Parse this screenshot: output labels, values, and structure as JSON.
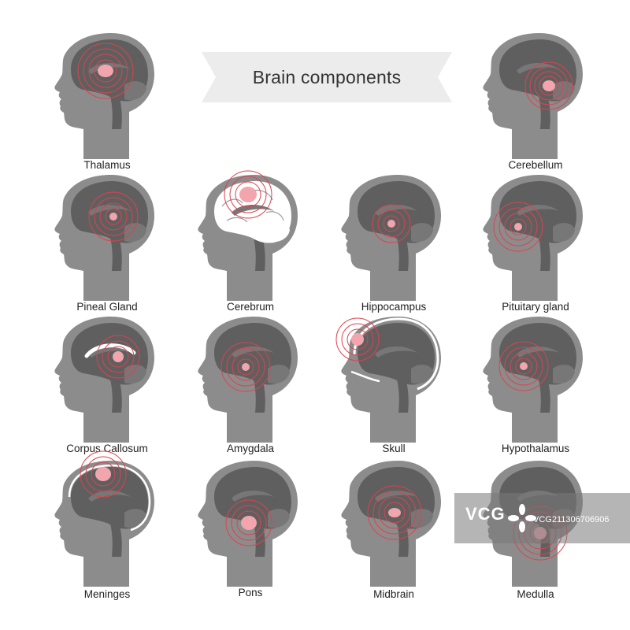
{
  "title": "Brain components",
  "colors": {
    "head": "#8c8c8c",
    "brain": "#5f5f5f",
    "brain_detail": "#777777",
    "ring": "#e0414d",
    "highlight": "#f2a5ad",
    "banner": "#ececec"
  },
  "panels": [
    {
      "label": "Thalamus",
      "variant": "normal",
      "target": "thalamus"
    },
    {
      "label": "Cerebellum",
      "variant": "normal",
      "target": "cerebellum"
    },
    {
      "label": "Pineal Gland",
      "variant": "normal",
      "target": "pineal"
    },
    {
      "label": "Cerebrum",
      "variant": "cerebrum",
      "target": "cerebrum"
    },
    {
      "label": "Hippocampus",
      "variant": "normal",
      "target": "hippocampus"
    },
    {
      "label": "Pituitary gland",
      "variant": "normal",
      "target": "pituitary"
    },
    {
      "label": "Corpus Callosum",
      "variant": "callosum",
      "target": "callosum"
    },
    {
      "label": "Amygdala",
      "variant": "normal",
      "target": "amygdala"
    },
    {
      "label": "Skull",
      "variant": "skull",
      "target": "skull"
    },
    {
      "label": "Hypothalamus",
      "variant": "normal",
      "target": "hypothalamus"
    },
    {
      "label": "Meninges",
      "variant": "meninges",
      "target": "meninges"
    },
    {
      "label": "Pons",
      "variant": "normal",
      "target": "pons"
    },
    {
      "label": "Midbrain",
      "variant": "normal",
      "target": "midbrain"
    },
    {
      "label": "Medulla",
      "variant": "normal",
      "target": "medulla"
    }
  ],
  "watermark": {
    "logo": "VCG",
    "id": "VCG211306706906"
  }
}
